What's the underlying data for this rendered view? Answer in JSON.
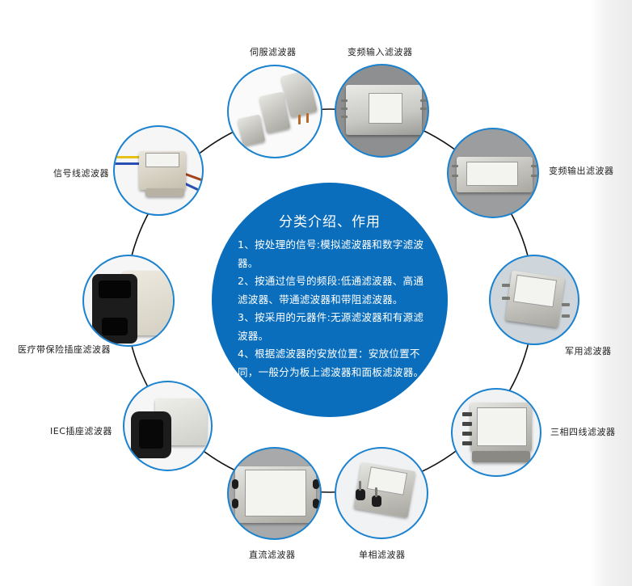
{
  "center": {
    "title": "分类介绍、作用",
    "paragraphs": [
      "1、按处理的信号:模拟滤波器和数字滤波器。",
      "2、按通过信号的频段:低通滤波器、高通滤波器、带通滤波器和带阻滤波器。",
      "3、按采用的元器件:无源滤波器和有源滤波器。",
      "4、根据滤波器的安放位置：安放位置不同，一般分为板上滤波器和面板滤波器。"
    ]
  },
  "nodes": [
    {
      "id": "servo",
      "label": "伺服滤波器"
    },
    {
      "id": "vfd-input",
      "label": "变频输入滤波器"
    },
    {
      "id": "vfd-output",
      "label": "变频输出滤波器"
    },
    {
      "id": "military",
      "label": "军用滤波器"
    },
    {
      "id": "three-phase-four-wire",
      "label": "三相四线滤波器"
    },
    {
      "id": "single-phase",
      "label": "单相滤波器"
    },
    {
      "id": "dc",
      "label": "直流滤波器"
    },
    {
      "id": "iec-socket",
      "label": "IEC插座滤波器"
    },
    {
      "id": "medical-fuse-socket",
      "label": "医疗带保险插座滤波器"
    },
    {
      "id": "signal-line",
      "label": "信号线滤波器"
    }
  ],
  "colors": {
    "center_fill": "#0a6ebd",
    "node_border": "#1a82cf",
    "ring_line": "#111111"
  }
}
